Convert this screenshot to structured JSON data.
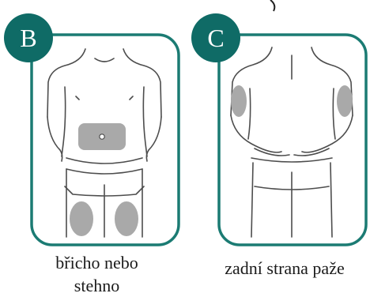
{
  "panels": [
    {
      "letter": "B",
      "caption_line1": "břicho nebo",
      "caption_line2": "stehno"
    },
    {
      "letter": "C",
      "caption": "zadní strana paže"
    }
  ],
  "colors": {
    "frame": "#1b7b73",
    "badge": "#0f6b66",
    "badge_text": "#ffffff",
    "body_line": "#4d4d4d",
    "injection_zone": "#a9a9a9"
  }
}
